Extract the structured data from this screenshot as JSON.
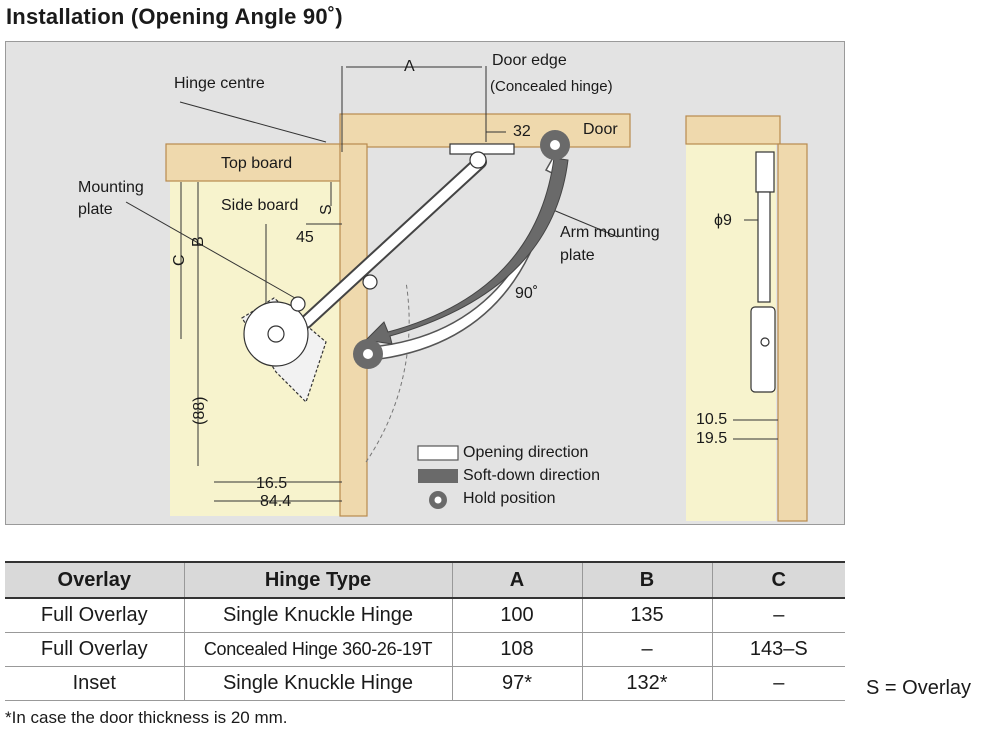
{
  "title": "Installation (Opening Angle 90˚)",
  "labels": {
    "hinge_centre": "Hinge centre",
    "dim_a": "A",
    "door_edge": "Door edge",
    "concealed_hinge": "(Concealed hinge)",
    "top_board": "Top board",
    "door": "Door",
    "dim_32": "32",
    "mounting": "Mounting",
    "plate": "plate",
    "side_board": "Side board",
    "dim_s": "S",
    "dim_45": "45",
    "dim_c": "C",
    "dim_b": "B",
    "arm_mounting": "Arm mounting",
    "arm_plate": "plate",
    "angle_90": "90˚",
    "dim_88": "(88)",
    "dim_16_5": "16.5",
    "dim_84_4": "84.4",
    "phi_9": "ϕ9",
    "dim_10_5": "10.5",
    "dim_19_5": "19.5"
  },
  "legend": {
    "opening": "Opening direction",
    "soft_down": "Soft-down direction",
    "hold": "Hold position"
  },
  "table": {
    "headers": [
      "Overlay",
      "Hinge Type",
      "A",
      "B",
      "C"
    ],
    "rows": [
      [
        "Full Overlay",
        "Single Knuckle Hinge",
        "100",
        "135",
        "–"
      ],
      [
        "Full Overlay",
        "Concealed Hinge 360-26-19T",
        "108",
        "–",
        "143–S"
      ],
      [
        "Inset",
        "Single Knuckle Hinge",
        "97*",
        "132*",
        "–"
      ]
    ]
  },
  "overlay_note": "S = Overlay",
  "footnote": "*In case the door thickness is 20 mm.",
  "colors": {
    "wood": "#efd9ad",
    "wood_edge": "#b88a4e",
    "panel_light": "#f6f2c8",
    "arrow_dark": "#6a6a6a",
    "background_box": "#e3e3e3"
  }
}
